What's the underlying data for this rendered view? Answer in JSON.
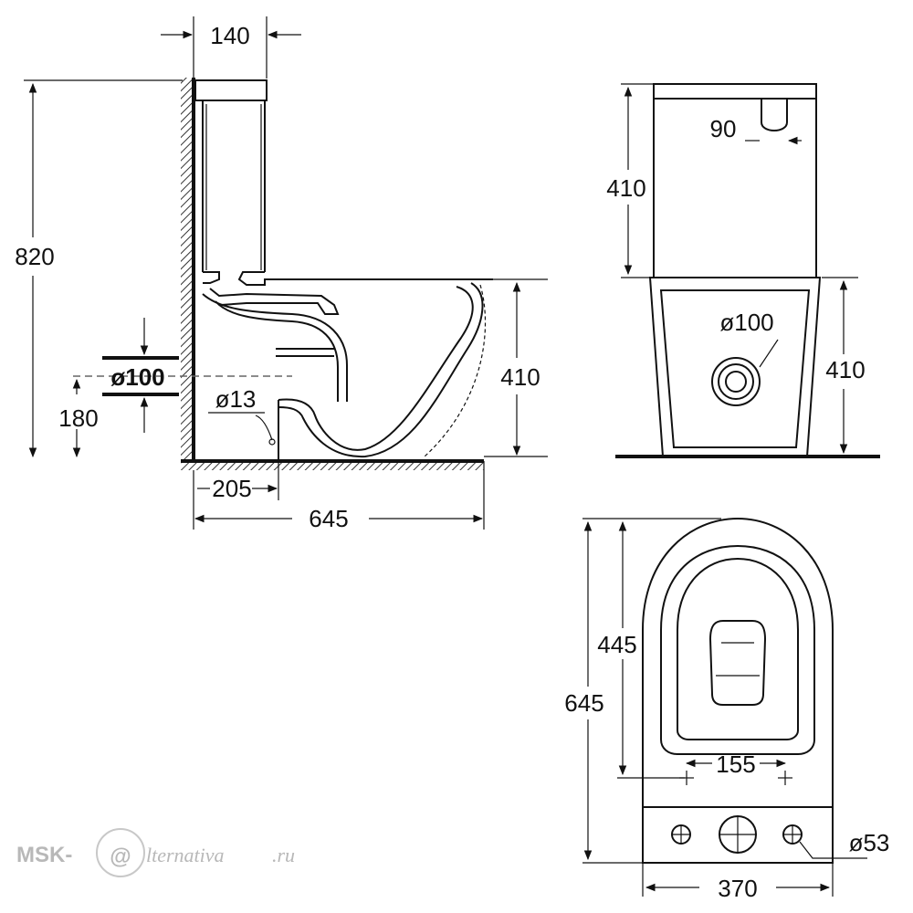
{
  "side_view": {
    "width_top": "140",
    "height_total": "820",
    "bowl_height": "410",
    "drain_diameter": "ø100",
    "drain_height": "180",
    "supply_diameter": "ø13",
    "drain_offset": "205",
    "depth": "645"
  },
  "front_view": {
    "tank_height": "410",
    "button_width": "90",
    "outlet_diameter": "ø100",
    "bowl_height": "410"
  },
  "top_view": {
    "seat_depth": "445",
    "total_depth": "645",
    "fix_distance": "155",
    "hole_diameter": "ø53",
    "width": "370"
  },
  "watermark": {
    "prefix": "MSK-",
    "at": "@",
    "suffix": "lternativa",
    "domain": ".ru"
  }
}
